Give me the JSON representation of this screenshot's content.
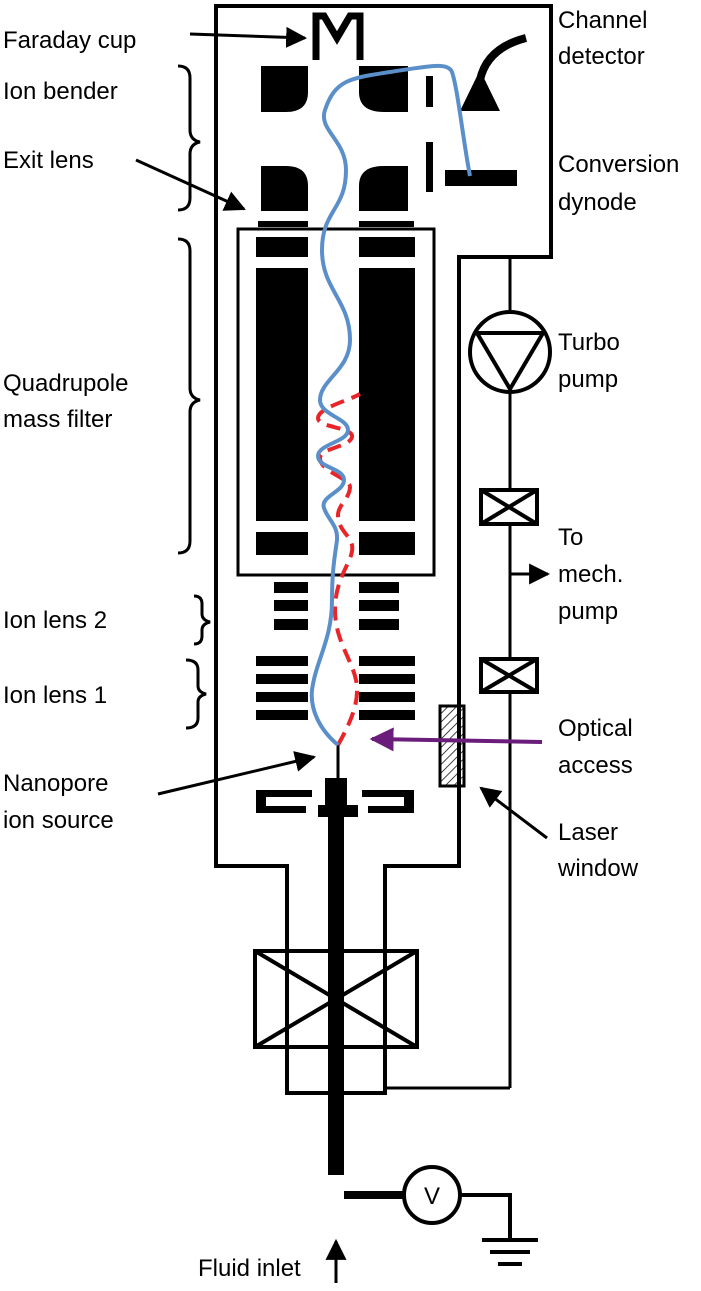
{
  "labels": {
    "faraday_cup": "Faraday cup",
    "ion_bender": "Ion bender",
    "exit_lens": "Exit lens",
    "quadrupole_line1": "Quadrupole",
    "quadrupole_line2": "mass filter",
    "ion_lens_2": "Ion lens 2",
    "ion_lens_1": "Ion lens 1",
    "nanopore_line1": "Nanopore",
    "nanopore_line2": "ion source",
    "fluid_inlet": "Fluid inlet",
    "channel_line1": "Channel",
    "channel_line2": "detector",
    "conversion_line1": "Conversion",
    "conversion_line2": "dynode",
    "turbo_line1": "Turbo",
    "turbo_line2": "pump",
    "to_mech_line1": "To",
    "to_mech_line2": "mech.",
    "to_mech_line3": "pump",
    "optical_line1": "Optical",
    "optical_line2": "access",
    "laser_line1": "Laser",
    "laser_line2": "window",
    "voltmeter_symbol": "V"
  },
  "colors": {
    "structure": "#000000",
    "transmitted_ion_path": "#5b8fc9",
    "rejected_ion_path": "#e8262a",
    "laser_beam": "#6a1d7a",
    "background": "#ffffff"
  },
  "icons": {
    "turbo_pump": "turbo-pump-icon",
    "valve": "valve-icon",
    "gate_valve": "gate-valve-icon",
    "voltmeter": "voltmeter-icon",
    "ground": "ground-icon",
    "laser_window": "laser-window-icon"
  }
}
